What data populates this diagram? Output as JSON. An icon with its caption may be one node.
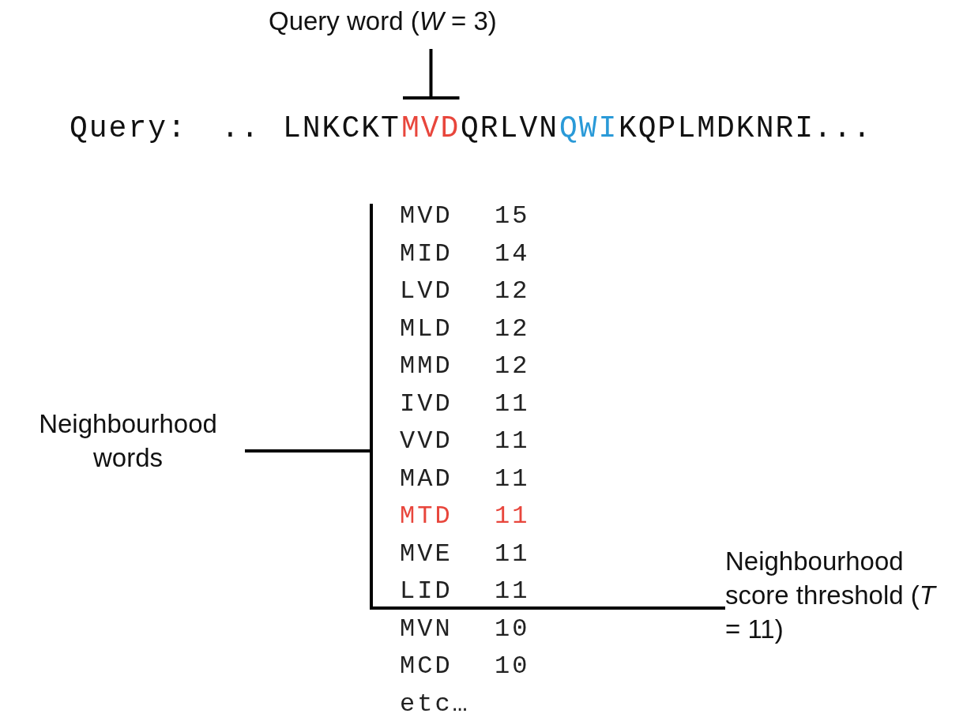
{
  "diagram": {
    "nodes": [
      {
        "text": [
          "Query word  (*W* = 3)"
        ]
      },
      {
        "text": [
          "MVD"
        ]
      },
      {
        "text": [],
        "shape": "bar"
      },
      {
        "text": [
          "Neighbourhood words"
        ]
      },
      {
        "text": [
          "Neighbourhood score threshold (*T* = 11)"
        ]
      }
    ],
    "edges": [
      {
        "from": 0,
        "to": 1,
        "arrow": "other"
      },
      {
        "from": 3,
        "to": 2,
        "arrow": "none"
      },
      {
        "from": 4,
        "to": 2,
        "arrow": "none"
      }
    ],
    "labels": [
      "Query:",
      "..",
      "LNKCKT",
      "QRLVN",
      "QWI",
      "KQPLMDKNRI",
      "...",
      "MVD",
      "15",
      "MID",
      "14",
      "LVD",
      "12",
      "MLD",
      "12",
      "MMD",
      "12",
      "IVD",
      "11",
      "VVD",
      "11",
      "MAD",
      "11",
      "MTD",
      "11",
      "MVE",
      "11",
      "LID",
      "11",
      "MVN",
      "10",
      "MCD",
      "10",
      "etc…"
    ]
  }
}
